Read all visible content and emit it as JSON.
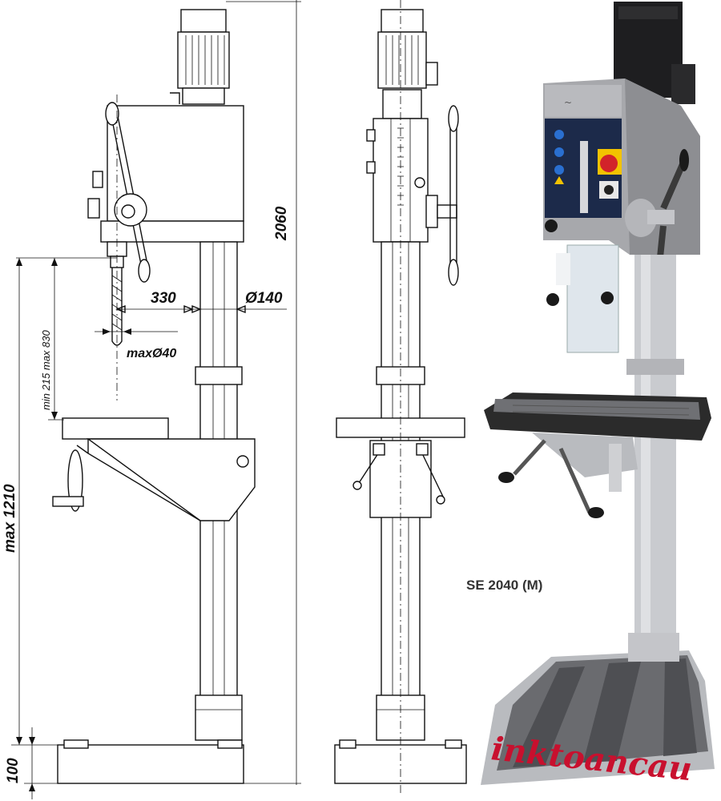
{
  "drawing": {
    "dims": {
      "overall_height": "2060",
      "reach": "330",
      "column_dia": "Ø140",
      "max_drill": "maxØ40",
      "spindle_range": "min 215 max 830",
      "max_table_height": "max 1210",
      "base_height": "100"
    }
  },
  "photo": {
    "model_label": "SE 2040 (M)",
    "watermark": "inktoancau",
    "panel_colors": {
      "head": "#a7a8ac",
      "control_panel": "#1c2a4a",
      "emergency_button": "#d2232a",
      "emergency_ring": "#f2c200",
      "column": "#c9cbcf",
      "table_top": "#2b2b2b",
      "base": "#b9bbbf"
    }
  }
}
